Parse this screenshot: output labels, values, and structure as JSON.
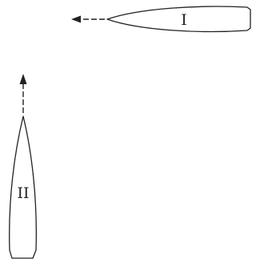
{
  "boats": [
    {
      "id": "boat-1",
      "label": "I",
      "heading": "left"
    },
    {
      "id": "boat-2",
      "label": "II",
      "heading": "up"
    }
  ],
  "colors": {
    "stroke": "#222222",
    "background": "#ffffff"
  }
}
